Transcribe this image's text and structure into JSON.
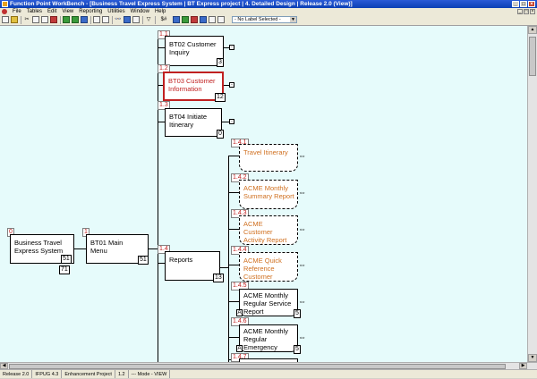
{
  "window": {
    "title": "Function Point WorkBench - [Business Travel Express System  | BT Express project  |  4. Detailed Design  |  Release 2.0 (View)]"
  },
  "menu": {
    "items": [
      "File",
      "Tables",
      "Edit",
      "View",
      "Reporting",
      "Utilities",
      "Window",
      "Help"
    ]
  },
  "toolbar": {
    "label_select": "- No Label Selected -",
    "sa_label": "$#"
  },
  "nodes": {
    "root": {
      "num": "0",
      "label": "Business Travel Express System",
      "count": "51",
      "count2": "71"
    },
    "n1": {
      "num": "1",
      "label": "BT01 Main Menu",
      "count": "51"
    },
    "n11": {
      "num": "1.1",
      "label": "BT02 Customer Inquiry",
      "count": "3"
    },
    "n12": {
      "num": "1.2",
      "label": "BT03 Customer Information",
      "count": "12"
    },
    "n13": {
      "num": "1.3",
      "label": "BT04 Initiate Itinerary",
      "count": "0"
    },
    "n14": {
      "num": "1.4",
      "label": "Reports",
      "count": "13"
    },
    "n141": {
      "num": "1.4.1",
      "label": "Travel Itinerary"
    },
    "n142": {
      "num": "1.4.2",
      "label": "ACME Monthly Summary Report"
    },
    "n143": {
      "num": "1.4.3",
      "label": "ACME Customer Activity Report"
    },
    "n144": {
      "num": "1.4.4",
      "label": "ACME Quick Reference Customer"
    },
    "n145": {
      "num": "1.4.5",
      "label": "ACME Monthly Regular Service Report",
      "tag": "A",
      "count": "5"
    },
    "n146": {
      "num": "1.4.6",
      "label": "ACME Monthly Regular Emergency",
      "tag": "A",
      "count": "5"
    },
    "n147": {
      "num": "1.4.7"
    }
  },
  "status": {
    "release": "Release 2.0",
    "standard": "IFPUG 4.3",
    "project_type": "Enhancement Project",
    "version": "1.2",
    "mode": "--- Mode - VIEW"
  }
}
